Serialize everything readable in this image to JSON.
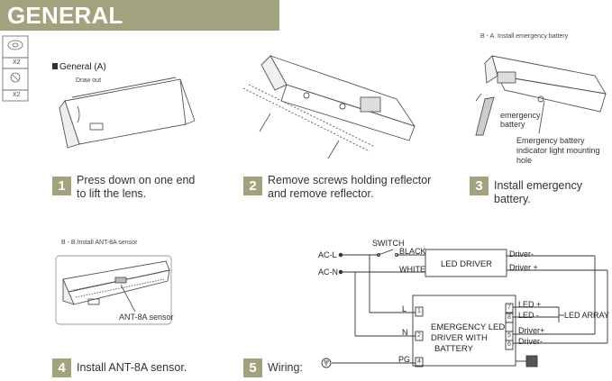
{
  "title": "GENERAL INSTALLATION",
  "parts": {
    "qty_1": "X2",
    "qty_2": "X2"
  },
  "panel1": {
    "heading": "General (A)",
    "note": "Draw out",
    "step_number": "1",
    "step_line1": "Press down on one end",
    "step_line2": "to lift the lens."
  },
  "panel2": {
    "step_number": "2",
    "step_line1": "Remove screws holding reflector",
    "step_line2": "and remove reflector."
  },
  "panel3": {
    "heading": "B - A. Install emergency battery",
    "label_battery_1": "emergency",
    "label_battery_2": "battery",
    "label_indicator_1": "Emergency battery",
    "label_indicator_2": "indicator light mounting hole",
    "step_number": "3",
    "step_line1": "Install emergency battery."
  },
  "panel4": {
    "heading": "B - B.Install ANT-8A sensor",
    "label_sensor": "ANT-8A sensor",
    "step_number": "4",
    "step_line1": "Install ANT-8A sensor."
  },
  "panel5": {
    "step_number": "5",
    "step_line1": "Wiring:"
  },
  "wiring": {
    "switch": "SWITCH",
    "black": "BLACK",
    "white": "WHITE",
    "ac_l": "AC-L",
    "ac_n": "AC-N",
    "led_driver": "LED DRIVER",
    "driver_minus_top": "Driver-",
    "driver_plus_top": "Driver +",
    "l": "L",
    "n": "N",
    "pg": "PG",
    "em_line1": "EMERGENCY LED",
    "em_line2": "DRIVER WITH",
    "em_line3": "BATTERY",
    "led_plus": "LED +",
    "led_minus": "LED -",
    "driver_plus_em": "Driver+",
    "driver_minus_em": "Driver-",
    "led_array": "LED ARRAY",
    "t1": "1",
    "t2": "2",
    "t4": "4",
    "t5": "5",
    "t6": "6",
    "t7": "7",
    "t8": "8"
  }
}
